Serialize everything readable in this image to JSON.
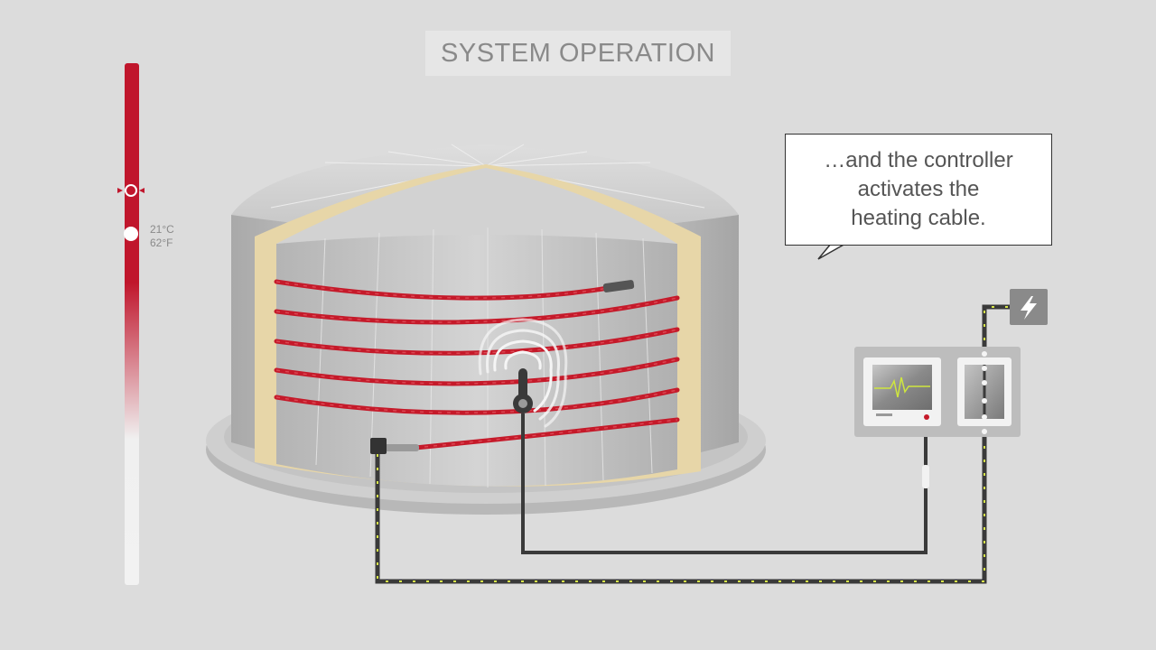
{
  "title": "SYSTEM OPERATION",
  "callout": {
    "lines": [
      "…and the controller",
      "activates the",
      "heating cable."
    ]
  },
  "thermometer": {
    "temp_c": "21°C",
    "temp_f": "62°F",
    "red_color": "#c0162c"
  },
  "icons": {
    "power": "lightning-bolt-icon",
    "signal": "wireless-signal-icon"
  },
  "colors": {
    "cable_red": "#c51a2a",
    "cable_dark": "#3a3a3a",
    "cable_dash": "#d8e84a",
    "tank": "#bdbdbd",
    "insulation": "#e7d6a8"
  }
}
